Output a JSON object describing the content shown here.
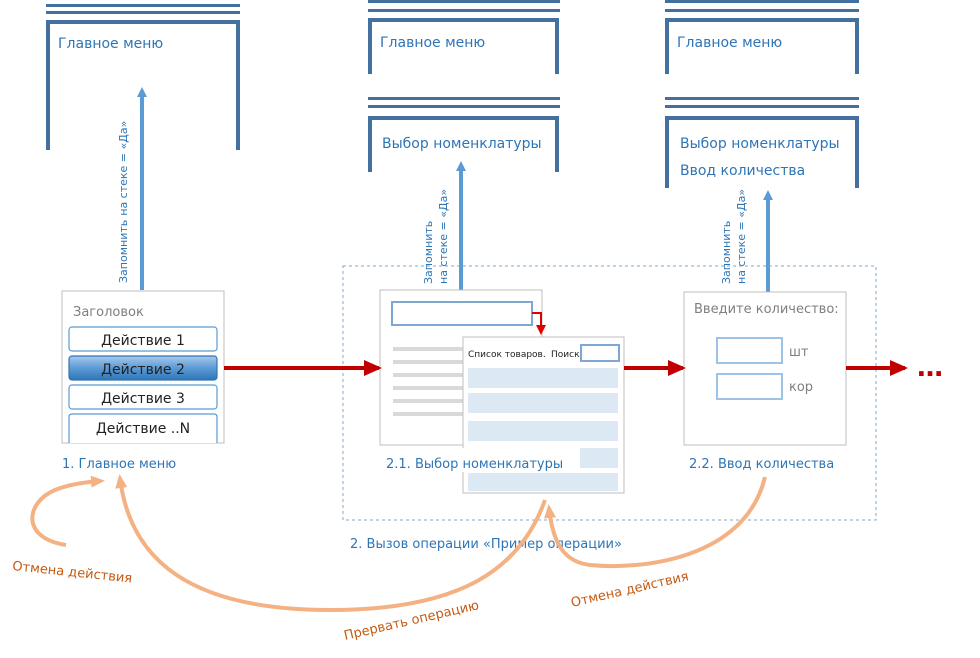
{
  "stacks": {
    "stack1": {
      "items": [
        "Главное меню"
      ]
    },
    "stack2": {
      "items": [
        "Главное меню",
        "Выбор номенклатуры"
      ]
    },
    "stack3": {
      "items": [
        "Главное меню",
        "Выбор номенклатуры",
        "Ввод количества"
      ]
    }
  },
  "push_label_line1": "Запомнить",
  "push_label_line2": "на стеке = «Да»",
  "menu_form": {
    "title": "Заголовок",
    "actions": [
      "Действие 1",
      "Действие 2",
      "Действие 3",
      "Действие ..N"
    ],
    "caption": "1. Главное меню"
  },
  "operation": {
    "caption": "2. Вызов операции «Пример операции»",
    "select_form": {
      "caption": "2.1. Выбор номенклатуры",
      "list_title": "Список товаров.",
      "search_label": "Поиск:"
    },
    "qty_form": {
      "caption": "2.2. Ввод количества",
      "prompt": "Введите количество:",
      "unit1": "шт",
      "unit2": "кор"
    }
  },
  "ellipsis": "…",
  "cancel_action_1": "Отмена действия",
  "abort_operation": "Прервать операцию",
  "cancel_action_2": "Отмена действия",
  "colors": {
    "blue": "#2e75b6",
    "stack_blue": "#44709f",
    "arrow_blue": "#5b9bd5",
    "red": "#c00000",
    "orange_arrow": "#f4b183",
    "orange_text": "#c55a11"
  }
}
